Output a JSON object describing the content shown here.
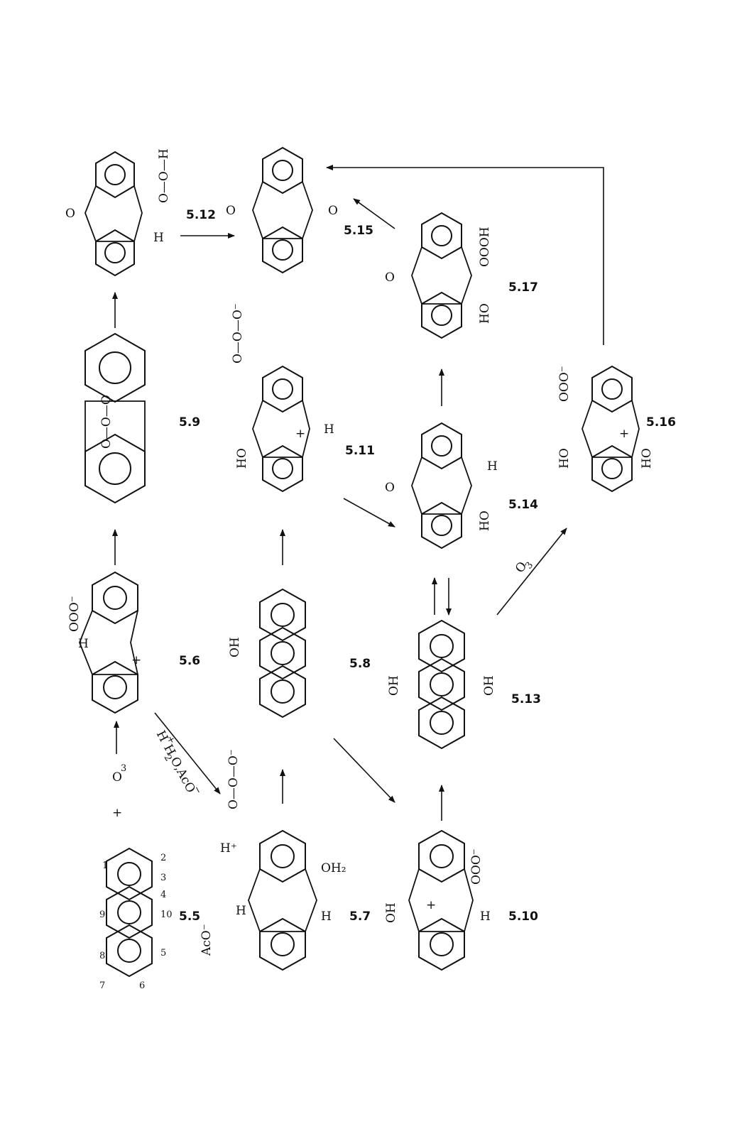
{
  "compounds": {
    "c55": "5.5",
    "c56": "5.6",
    "c57": "5.7",
    "c58": "5.8",
    "c59": "5.9",
    "c510": "5.10",
    "c511": "5.11",
    "c512": "5.12",
    "c513": "5.13",
    "c514": "5.14",
    "c515": "5.15",
    "c516": "5.16",
    "c517": "5.17"
  },
  "positions": [
    "1",
    "2",
    "3",
    "4",
    "5",
    "6",
    "7",
    "8",
    "9",
    "10"
  ],
  "reagents": {
    "plus": "+",
    "ozone": "O",
    "ozone_sub": "3",
    "acid": "H",
    "acid_sup": "+",
    "water": "H",
    "water_sub": "2",
    "water_o": "O,AcO",
    "water_sup": "−"
  },
  "groups": {
    "h": "H",
    "o": "O",
    "oh": "OH",
    "ho": "HO",
    "ooo_minus": "OOO⁻",
    "ooo_dots": "OOO⁻",
    "oooh": "OOOH",
    "o_o_o_minus": "O—O—O⁻",
    "o_o_h": "O—O—H",
    "aco_minus": "AcO⁻",
    "h_plus": "H⁺",
    "oh2": "OH₂",
    "plus_charge": "+",
    "ring_ozonide": "O—O—O"
  }
}
